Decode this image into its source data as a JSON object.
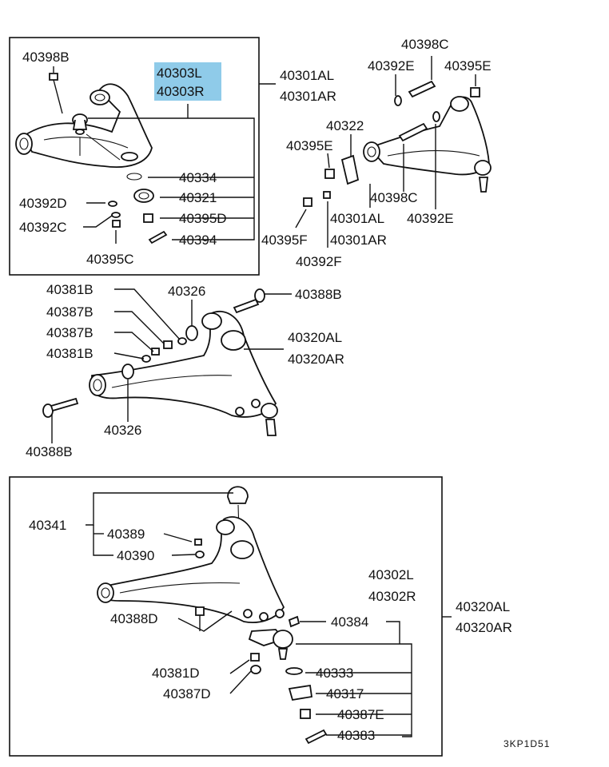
{
  "diagram": {
    "highlight_color": "#8fcbe9",
    "code": "3KP1D51",
    "upper_left_box": {
      "upper_arm_left": "40303L",
      "upper_arm_right": "40303R",
      "parts": {
        "p_40398B": "40398B",
        "p_40334": "40334",
        "p_40392D": "40392D",
        "p_40321": "40321",
        "p_40392C": "40392C",
        "p_40395D": "40395D",
        "p_40394": "40394",
        "p_40395C": "40395C"
      },
      "assembly_l": "40301AL",
      "assembly_r": "40301AR"
    },
    "upper_right": {
      "p_40398C_top": "40398C",
      "p_40392E_top": "40392E",
      "p_40395E_top": "40395E",
      "p_40322": "40322",
      "p_40395E": "40395E",
      "p_40398C": "40398C",
      "p_40392E": "40392E",
      "p_40301AL": "40301AL",
      "p_40301AR": "40301AR",
      "p_40395F": "40395F",
      "p_40392F": "40392F"
    },
    "lower_arm": {
      "p_40381B_a": "40381B",
      "p_40326_top": "40326",
      "p_40388B_top": "40388B",
      "p_40387B_a": "40387B",
      "p_40387B_b": "40387B",
      "p_40381B_b": "40381B",
      "p_40320AL": "40320AL",
      "p_40320AR": "40320AR",
      "p_40326": "40326",
      "p_40388B": "40388B"
    },
    "lower_box": {
      "p_40341": "40341",
      "p_40389": "40389",
      "p_40390": "40390",
      "p_40302L": "40302L",
      "p_40302R": "40302R",
      "p_40388D": "40388D",
      "p_40384": "40384",
      "p_40320AL": "40320AL",
      "p_40320AR": "40320AR",
      "p_40381D": "40381D",
      "p_40333": "40333",
      "p_40387D": "40387D",
      "p_40317": "40317",
      "p_40387E": "40387E",
      "p_40383": "40383"
    }
  }
}
